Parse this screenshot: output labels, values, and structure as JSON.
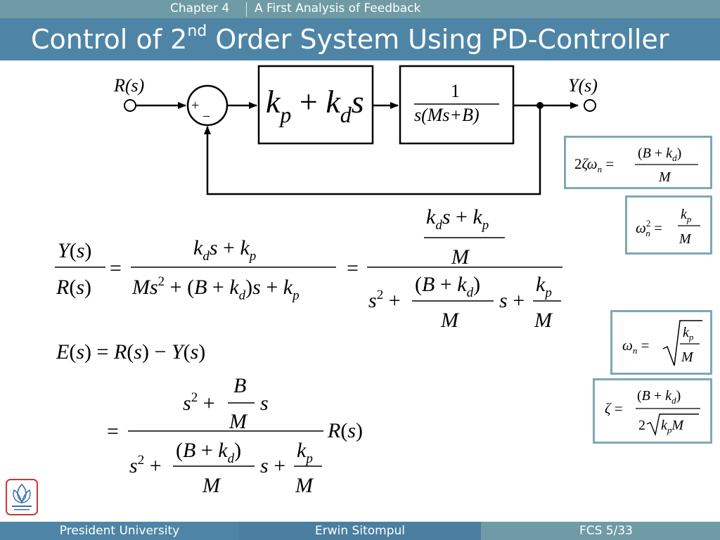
{
  "header": {
    "chapter_label": "Chapter 4",
    "chapter_title": "A First Analysis of Feedback",
    "slide_title_pre": "Control of 2",
    "slide_title_sup": "nd",
    "slide_title_post": " Order System Using PD-Controller"
  },
  "diagram": {
    "input_label": "R(s)",
    "output_label": "Y(s)",
    "sum_plus": "+",
    "sum_minus": "−",
    "controller": "k_p + k_d s",
    "plant_num": "1",
    "plant_den": "s(Ms+B)"
  },
  "equations": {
    "transfer_function": "Y(s)/R(s) = (k_d s + k_p)/(Ms^2 + (B+k_d)s + k_p) = ((k_d s + k_p)/M)/(s^2 + ((B+k_d)/M) s + k_p/M)",
    "error_definition": "E(s) = R(s) − Y(s)",
    "error_expression": "= (s^2 + (B/M) s)/(s^2 + ((B+k_d)/M) s + k_p/M) R(s)"
  },
  "side_boxes": [
    "2ζω_n = (B+k_d)/M",
    "ω_n^2 = k_p/M",
    "ω_n = sqrt(k_p/M)",
    "ζ = (B+k_d)/(2 sqrt(k_p M))"
  ],
  "footer": {
    "university": "President University",
    "author": "Erwin Sitompul",
    "page": "FCS 5/33"
  },
  "colors": {
    "header_bar": "#6f9ba6",
    "title_bar": "#4e85a6",
    "box_border": "#7fa8b4"
  }
}
